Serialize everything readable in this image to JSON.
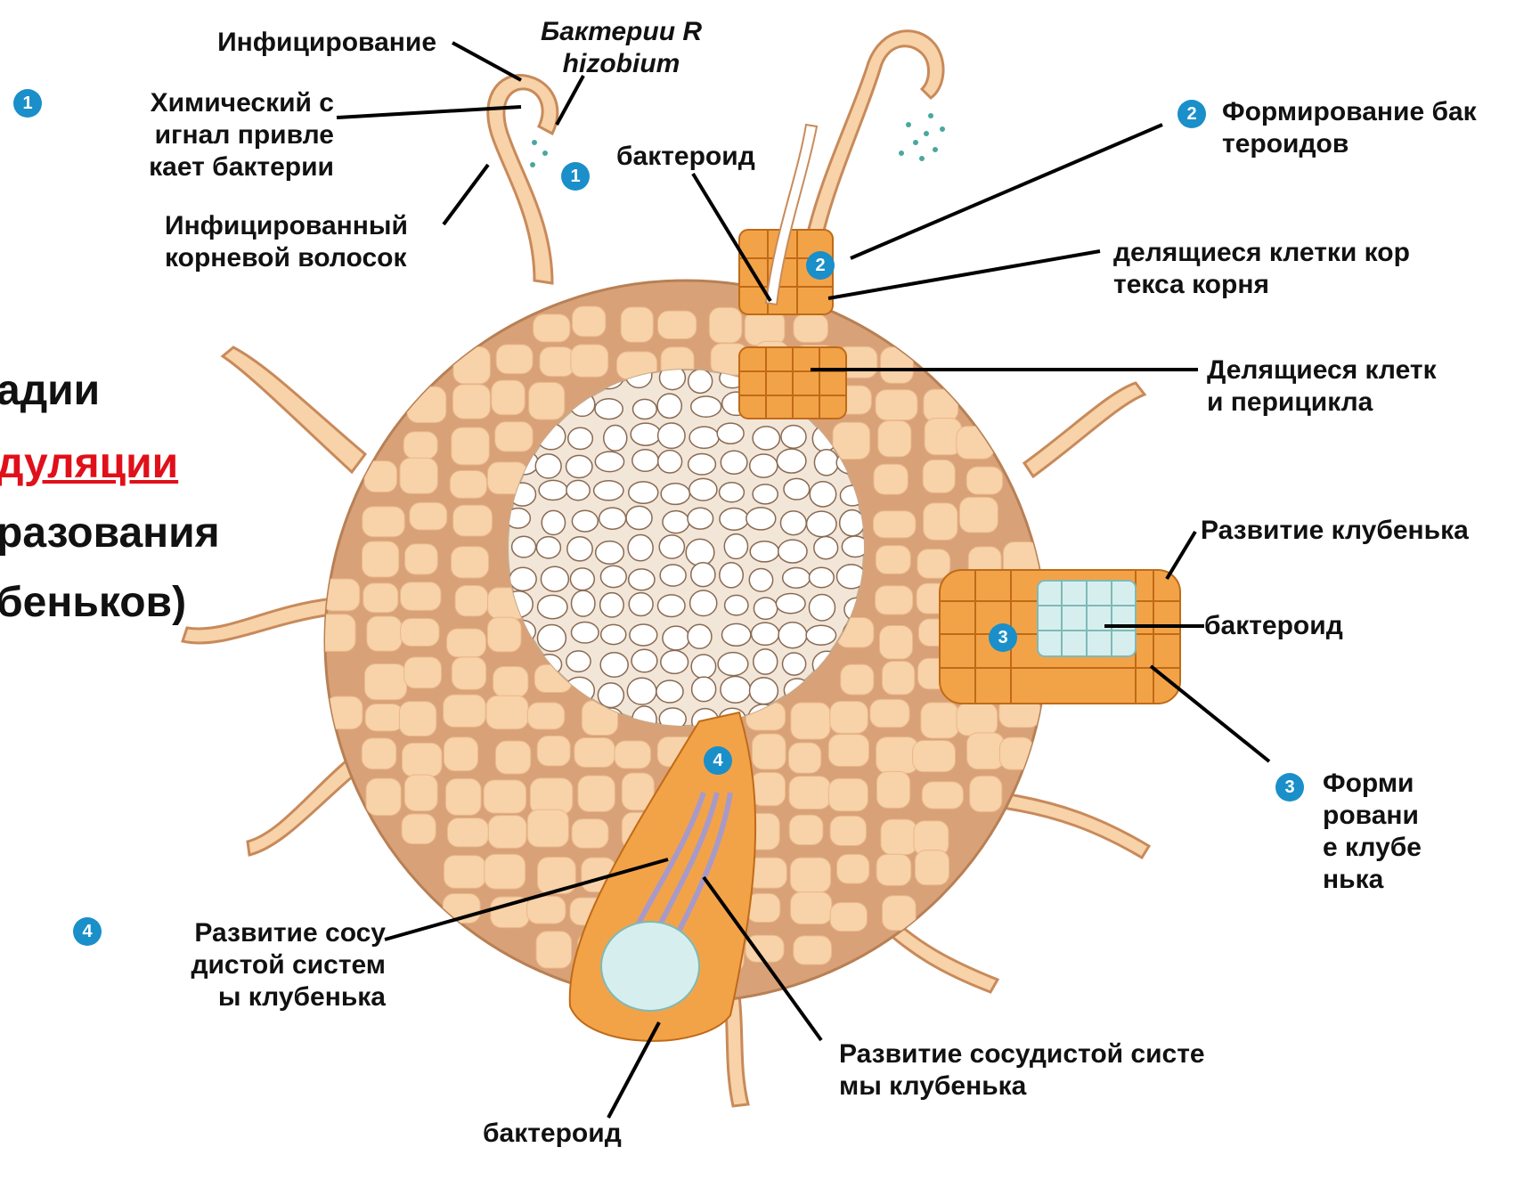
{
  "badges": {
    "step1": "1",
    "step2": "2",
    "step3": "3",
    "step4": "4"
  },
  "heading": {
    "line1": "адии",
    "line2": "дуляции",
    "line3": "разования",
    "line4": "беньков)"
  },
  "labels": {
    "infection": "Инфицирование",
    "bacteria": "Бактерии Rhizobium",
    "chemical_signal": "Химический сигнал привлекает бактерии",
    "infected_hair": "Инфицированный корневой волосок",
    "bacteroid_top": "бактероид",
    "bacteroid_formation": "Формирование бактероидов",
    "cortex_dividing": "делящиеся клетки кортекса корня",
    "pericycle_dividing": "Делящиеся клетки перицикла",
    "nodule_development": "Развитие клубенька",
    "bacteroid_right": "бактероид",
    "nodule_formation": "Формирование клубенька",
    "vascular_left": "Развитие сосудистой системы клубенька",
    "vascular_right": "Развитие сосудистой системы клубенька",
    "bacteroid_bottom": "бактероид"
  },
  "colors": {
    "cell_fill": "#f8d2a8",
    "cortex_bg": "#d9a177",
    "stele_bg": "#f2e6d8",
    "dividing_cell": "#f3a347",
    "bacteroid_cell": "#d6efee",
    "vascular": "#a89ac8",
    "badge": "#1a8fc9",
    "accent_red": "#e0101a"
  }
}
